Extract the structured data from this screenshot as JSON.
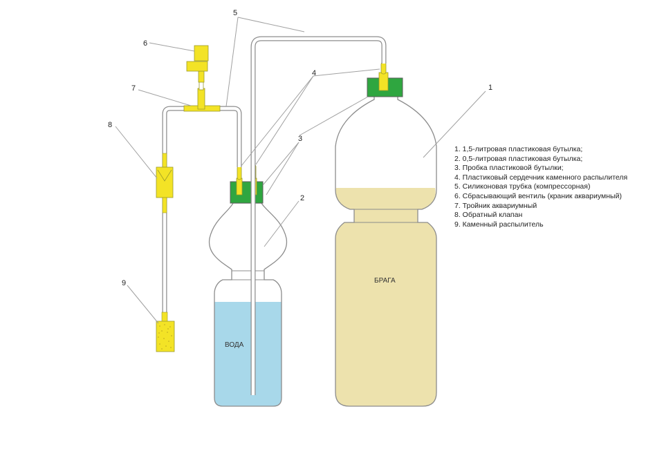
{
  "labels": {
    "water": "ВОДА",
    "brew": "БРАГА"
  },
  "callouts": [
    "1",
    "2",
    "3",
    "4",
    "5",
    "6",
    "7",
    "8",
    "9"
  ],
  "legend": [
    "1. 1,5-литровая пластиковая бутылка;",
    "2. 0,5-литровая пластиковая бутылка;",
    "3. Пробка пластиковой бутылки;",
    "4. Пластиковый сердечник каменного распылителя",
    "5. Силиконовая трубка (компрессорная)",
    "6. Сбрасывающий вентиль (краник аквариумный)",
    "7. Тройник аквариумный",
    "8. Обратный клапан",
    "9. Каменный распылитель"
  ],
  "colors": {
    "water": "#a8d8ea",
    "brew": "#ede2ad",
    "cap": "#2fa640",
    "fitting": "#f3e326",
    "outline": "#8c8c8c"
  }
}
